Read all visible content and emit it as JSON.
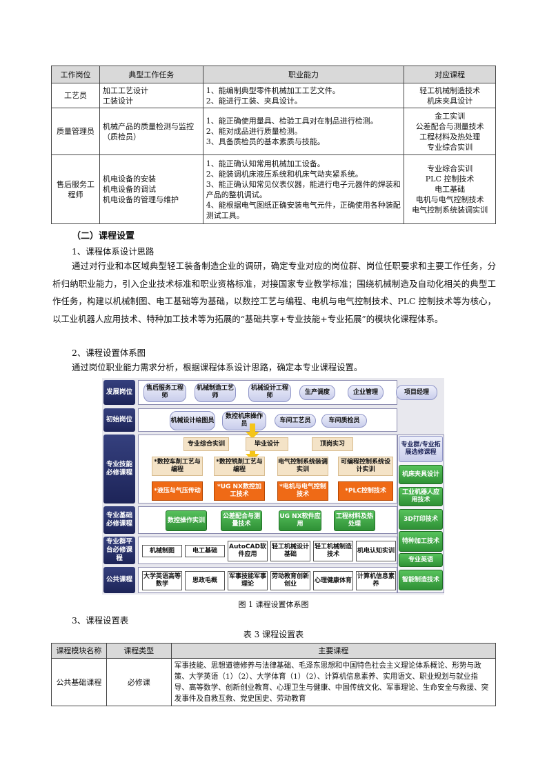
{
  "table1": {
    "headers": [
      "工作岗位",
      "典型工作任务",
      "职业能力",
      "对应课程"
    ],
    "rows": [
      {
        "post": "工艺员",
        "tasks": [
          "加工工艺设计",
          "工装设计"
        ],
        "abilities": [
          "1、能编制典型零件机械加工工艺文件。",
          "2、能进行工装、夹具设计。"
        ],
        "courses": [
          "轻工机械制造技术",
          "机床夹具设计"
        ]
      },
      {
        "post": "质量管理员",
        "tasks": [
          "机械产品的质量检测与监控",
          "（质检员）"
        ],
        "abilities": [
          "1、能正确使用量具、检验工具对在制品进行检测。",
          "2、能对成品进行质量检测。",
          "3、具备质检员的基本素质与技能。"
        ],
        "courses": [
          "金工实训",
          "公差配合与测量技术",
          "工程材料及热处理",
          "专业综合实训"
        ]
      },
      {
        "post": "售后服务工程师",
        "tasks": [
          "机电设备的安装",
          "机电设备的调试",
          "机电设备的管理与维护"
        ],
        "abilities": [
          "1、能正确认知常用机械加工设备。",
          "2、能装调机床液压系统和机床气动夹紧系统。",
          "3、能正确认知常见仪表仪器，能进行电子元器件的焊装和产品的整机调试。",
          "4、能根据电气图纸正确安装电气元件，正确使用各种装配测试工具。"
        ],
        "courses": [
          "专业综合实训",
          "PLC 控制技术",
          "电工基础",
          "电机与电气控制技术",
          "电气控制系统装调实训"
        ]
      }
    ]
  },
  "section": {
    "heading": "（二）课程设置",
    "sub1": "1、课程体系设计思路",
    "para1": "通过对行业和本区域典型轻工装备制造企业的调研，确定专业对应的岗位群、岗位任职要求和主要工作任务，分析归纳职业能力，引入企业技术标准和职业资格标准，对接国家专业教学标准；围绕机械制造及自动化相关的典型工作任务，构建以机械制图、电工基础等为基础，以数控工艺与编程、电机与电气控制技术、PLC 控制技术等为核心，以工业机器人应用技术、特种加工技术等为拓展的“基础共享+专业技能+专业拓展”的模块化课程体系。",
    "sub2": "2、课程设置体系图",
    "para2": "通过岗位职业能力需求分析，根据课程体系设计思路，确定本专业课程设置。",
    "figcaption": "图 1 课程设置体系图",
    "sub3": "3、课程设置表",
    "table3_title": "表 3   课程设置表"
  },
  "diagram": {
    "row_labels": [
      "发展岗位",
      "初始岗位",
      "专业技能必修课程",
      "专业基础必修课程",
      "专业群平台必修课程",
      "公共课程"
    ],
    "dev_posts": [
      "售后服务工程师",
      "机械制造工艺师",
      "机械设计工程师",
      "生产调度",
      "企业管理",
      "项目经理"
    ],
    "init_posts": [
      "机械设计绘图员",
      "数控机床操作员",
      "车间工艺员",
      "车间质检员"
    ],
    "practice": [
      "专业综合实训",
      "毕业设计",
      "顶岗实习"
    ],
    "tan_courses": [
      "*数控车削工艺与编程",
      "*数控铣削工艺与编程",
      "电气控制系统装调实训",
      "可编程控制系统设计实训"
    ],
    "orange_courses": [
      "*液压与气压传动",
      "*UG NX数控加工技术",
      "*电机与电气控制技术",
      "*PLC控制技术"
    ],
    "basic_courses": [
      "数控操作实训",
      "公差配合与测量技术",
      "UG NX软件应用",
      "工程材料及热处理"
    ],
    "platform_courses": [
      "机械制图",
      "电工基础",
      "AutoCAD软件应用",
      "轻工机械设计基础",
      "轻工机械制造技术",
      "机电认知实训"
    ],
    "public_courses": [
      "大学英语高等数学",
      "思政毛概",
      "军事技能军事理论",
      "劳动教育创新创业",
      "心理健康体育",
      "计算机信息素养"
    ],
    "side_title": "专业群/专业拓展选修课程",
    "side_courses": [
      "机床夹具设计",
      "工业机器人应用技术",
      "3D打印技术",
      "特种加工技术",
      "专业英语",
      "智能制造技术"
    ]
  },
  "table3": {
    "headers": [
      "课程模块名称",
      "课程类型",
      "主要课程"
    ],
    "rows": [
      {
        "module": "公共基础课程",
        "type": "必修课",
        "courses": "军事技能、思想道德修养与法律基础、毛泽东思想和中国特色社会主义理论体系概论、形势与政策、大学英语（1）（2）、大学体育（1）（2）、计算机信息素养、实用语文、职业规划与就业指导、高等数学、创新创业教育、心理卫生与健康、中国传统文化、军事理论、生命安全与救援、突发事件及自救互救、党史国史、劳动教育"
      }
    ]
  }
}
